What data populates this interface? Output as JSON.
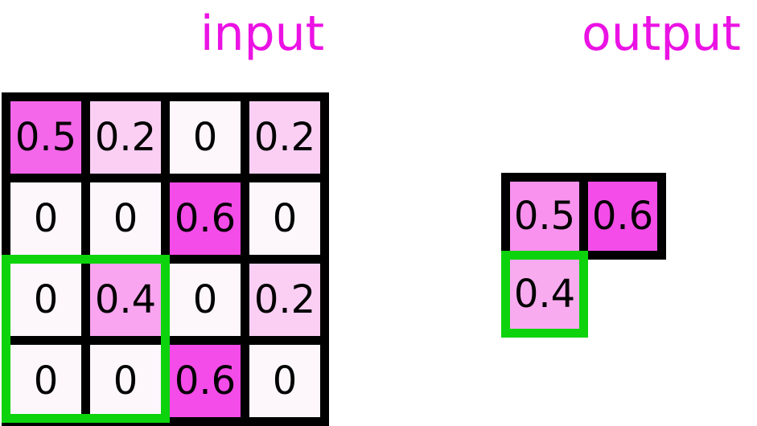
{
  "titles": {
    "input": "input",
    "output": "output"
  },
  "colors": {
    "title_text": "#eb12e4",
    "grid_border": "#000000",
    "pool_window_highlight": "#0dd30d",
    "cell_text": "#000000",
    "page_background": "#ffffff"
  },
  "input_grid": {
    "rows": 4,
    "cols": 4,
    "cells": [
      {
        "value": "0.5",
        "bg": "#f466ea"
      },
      {
        "value": "0.2",
        "bg": "#fbcff4"
      },
      {
        "value": "0",
        "bg": "#fdf7fc"
      },
      {
        "value": "0.2",
        "bg": "#fbcff4"
      },
      {
        "value": "0",
        "bg": "#fdf7fc"
      },
      {
        "value": "0",
        "bg": "#fdf7fc"
      },
      {
        "value": "0.6",
        "bg": "#f44ce8"
      },
      {
        "value": "0",
        "bg": "#fdf7fc"
      },
      {
        "value": "0",
        "bg": "#fdf7fc"
      },
      {
        "value": "0.4",
        "bg": "#f9a5ef"
      },
      {
        "value": "0",
        "bg": "#fdf7fc"
      },
      {
        "value": "0.2",
        "bg": "#fbcff4"
      },
      {
        "value": "0",
        "bg": "#fdf7fc"
      },
      {
        "value": "0",
        "bg": "#fdf7fc"
      },
      {
        "value": "0.6",
        "bg": "#f44ce8"
      },
      {
        "value": "0",
        "bg": "#fdf7fc"
      }
    ],
    "pooling_window": {
      "rows": "3-4",
      "cols": "1-2"
    }
  },
  "output_grid": {
    "cells": [
      {
        "value": "0.5",
        "bg": "#f992ee"
      },
      {
        "value": "0.6",
        "bg": "#f44ce8"
      },
      {
        "value": "0.4",
        "bg": "#f9abef",
        "highlighted": true
      }
    ]
  }
}
